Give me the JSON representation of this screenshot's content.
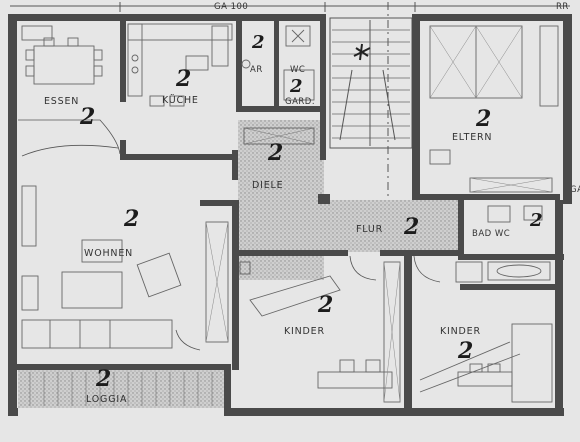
{
  "plan": {
    "header_label": "GA 100",
    "corner_label": "RR",
    "side_label": "GA",
    "rooms": [
      {
        "id": "essen",
        "label": "ESSEN",
        "number": "2"
      },
      {
        "id": "kueche",
        "label": "KÜCHE",
        "number": "2"
      },
      {
        "id": "ar",
        "label": "AR",
        "number": "2"
      },
      {
        "id": "wc",
        "label": "WC",
        "number": "2"
      },
      {
        "id": "gard",
        "label": "GARD.",
        "number": ""
      },
      {
        "id": "eltern",
        "label": "ELTERN",
        "number": "2"
      },
      {
        "id": "diele",
        "label": "DIELE",
        "number": "2"
      },
      {
        "id": "flur",
        "label": "FLUR",
        "number": "2"
      },
      {
        "id": "bad_wc",
        "label": "BAD  WC",
        "number": "2"
      },
      {
        "id": "wohnen",
        "label": "WOHNEN",
        "number": "2"
      },
      {
        "id": "kinder1",
        "label": "KINDER",
        "number": "2"
      },
      {
        "id": "kinder2",
        "label": "KINDER",
        "number": "2"
      },
      {
        "id": "loggia",
        "label": "LOGGIA",
        "number": "2"
      }
    ]
  },
  "colors": {
    "paper": "#e6e6e6",
    "wall": "#4a4a4a",
    "ink": "#1c1c1c"
  }
}
